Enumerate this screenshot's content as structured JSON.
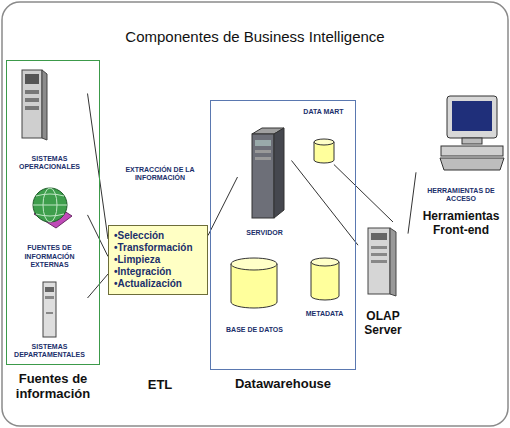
{
  "diagram": {
    "title": "Componentes de Business Intelligence",
    "nodes": [
      {
        "text": [
          "Fuentes de información"
        ]
      },
      {
        "text": [
          "SISTEMAS OPERACIONALES"
        ],
        "in": 0
      },
      {
        "text": [
          "FUENTES DE INFORMACIÓN EXTERNAS"
        ],
        "in": 0
      },
      {
        "text": [
          "SISTEMAS DEPARTAMENTALES"
        ],
        "in": 0
      },
      {
        "text": [
          "•Selección",
          "•Transformación",
          "•Limpieza",
          "•Integración",
          "•Actualización"
        ]
      },
      {
        "text": [
          "Datawarehouse"
        ]
      },
      {
        "text": [
          "SERVIDOR"
        ],
        "in": 5
      },
      {
        "text": [
          "DATA MART"
        ],
        "in": 5
      },
      {
        "text": [
          "BASE DE DATOS"
        ],
        "in": 5
      },
      {
        "text": [
          "METADATA"
        ],
        "in": 5
      },
      {
        "text": [
          "OLAP Server"
        ]
      },
      {
        "text": [
          "HERRAMIENTAS DE ACCESO",
          "Herramientas Front-end"
        ]
      }
    ],
    "edges": [
      {
        "from": 1,
        "to": 4,
        "arrow": "none"
      },
      {
        "from": 2,
        "to": 4,
        "arrow": "none"
      },
      {
        "from": 3,
        "to": 4,
        "arrow": "none"
      },
      {
        "from": 4,
        "to": 6,
        "arrow": "none"
      },
      {
        "from": 6,
        "to": 10,
        "arrow": "none"
      },
      {
        "from": 7,
        "to": 10,
        "arrow": "none"
      },
      {
        "from": 10,
        "to": 11,
        "arrow": "none"
      }
    ],
    "labels": [
      "EXTRACCIÓN DE LA INFORMACIÓN",
      "ETL"
    ]
  }
}
